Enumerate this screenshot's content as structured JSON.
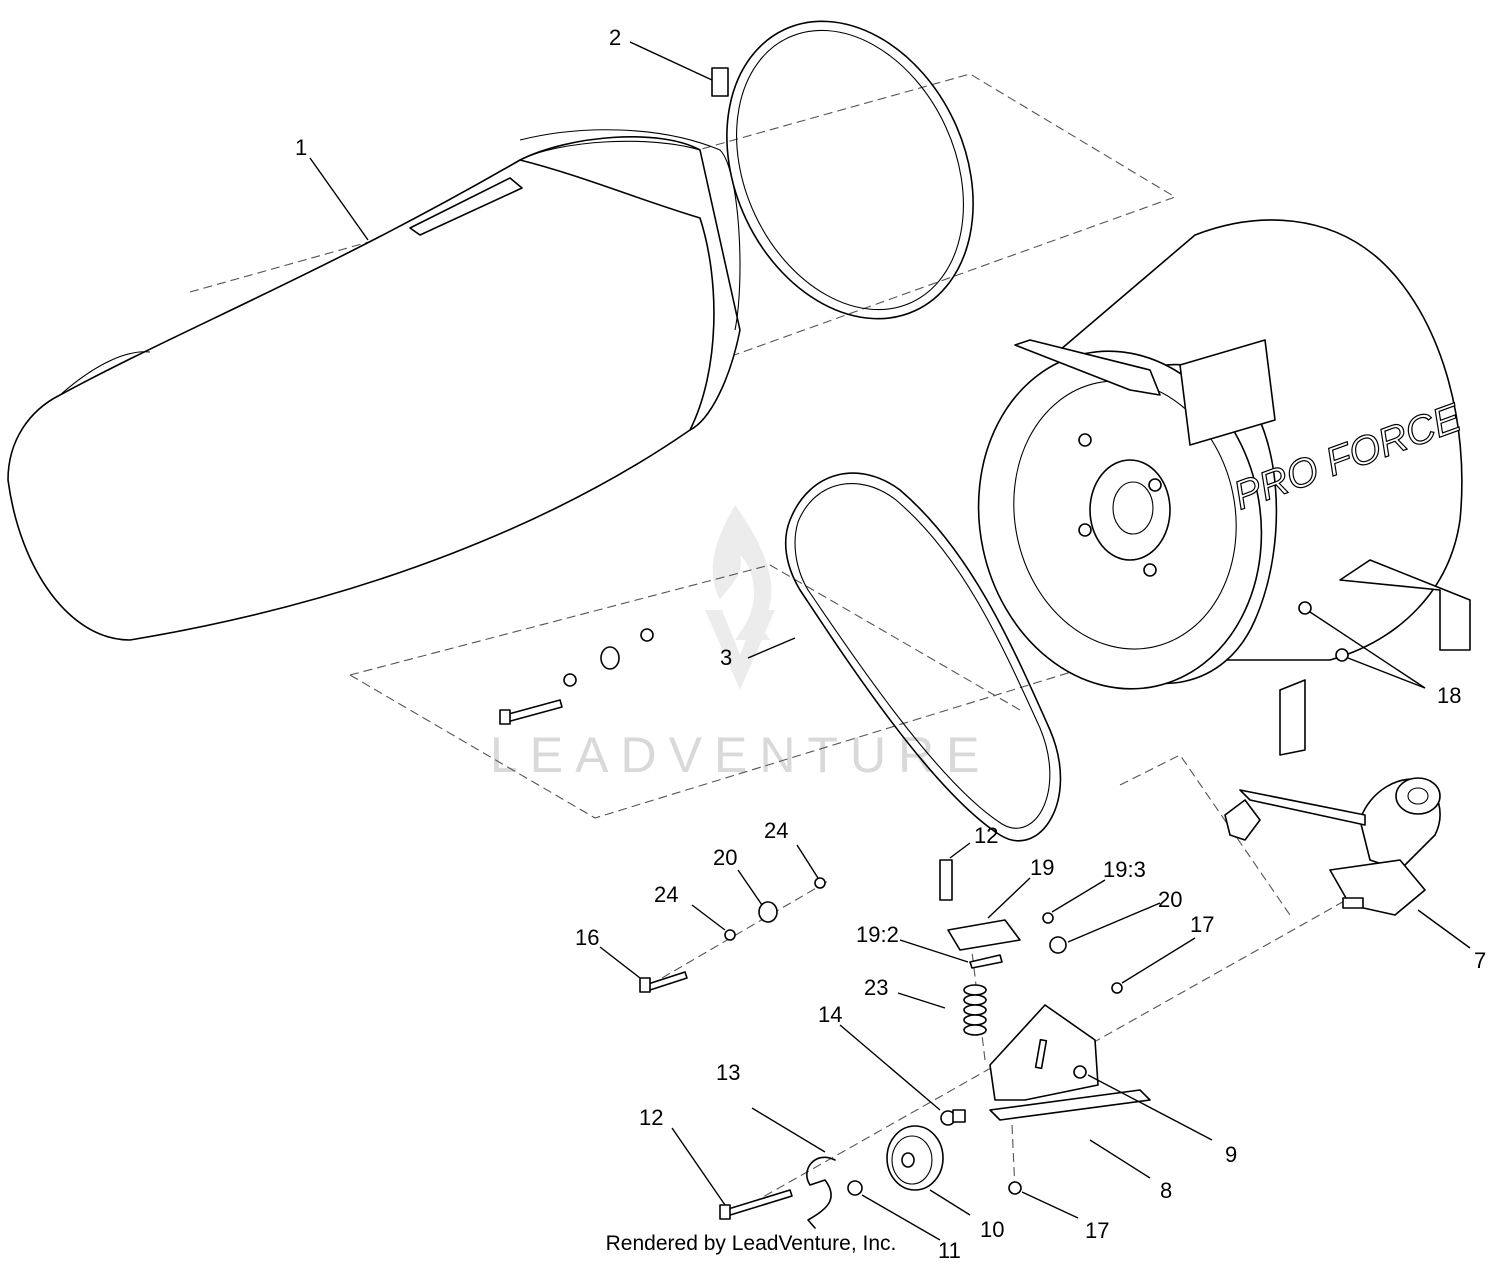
{
  "diagram": {
    "watermark": "LEADVENTURE",
    "housing_brand": "PRO FORCE",
    "credit": "Rendered by LeadVenture, Inc.",
    "callouts": [
      {
        "key": "c1",
        "text": "1"
      },
      {
        "key": "c2",
        "text": "2"
      },
      {
        "key": "c3",
        "text": "3"
      },
      {
        "key": "c18",
        "text": "18"
      },
      {
        "key": "c24a",
        "text": "24"
      },
      {
        "key": "c20a",
        "text": "20"
      },
      {
        "key": "c24b",
        "text": "24"
      },
      {
        "key": "c16",
        "text": "16"
      },
      {
        "key": "c12a",
        "text": "12"
      },
      {
        "key": "c19",
        "text": "19"
      },
      {
        "key": "c193",
        "text": "19:3"
      },
      {
        "key": "c20b",
        "text": "20"
      },
      {
        "key": "c192",
        "text": "19:2"
      },
      {
        "key": "c17a",
        "text": "17"
      },
      {
        "key": "c7",
        "text": "7"
      },
      {
        "key": "c23",
        "text": "23"
      },
      {
        "key": "c14",
        "text": "14"
      },
      {
        "key": "c13",
        "text": "13"
      },
      {
        "key": "c12b",
        "text": "12"
      },
      {
        "key": "c9",
        "text": "9"
      },
      {
        "key": "c8",
        "text": "8"
      },
      {
        "key": "c10",
        "text": "10"
      },
      {
        "key": "c17b",
        "text": "17"
      },
      {
        "key": "c11",
        "text": "11"
      }
    ]
  }
}
